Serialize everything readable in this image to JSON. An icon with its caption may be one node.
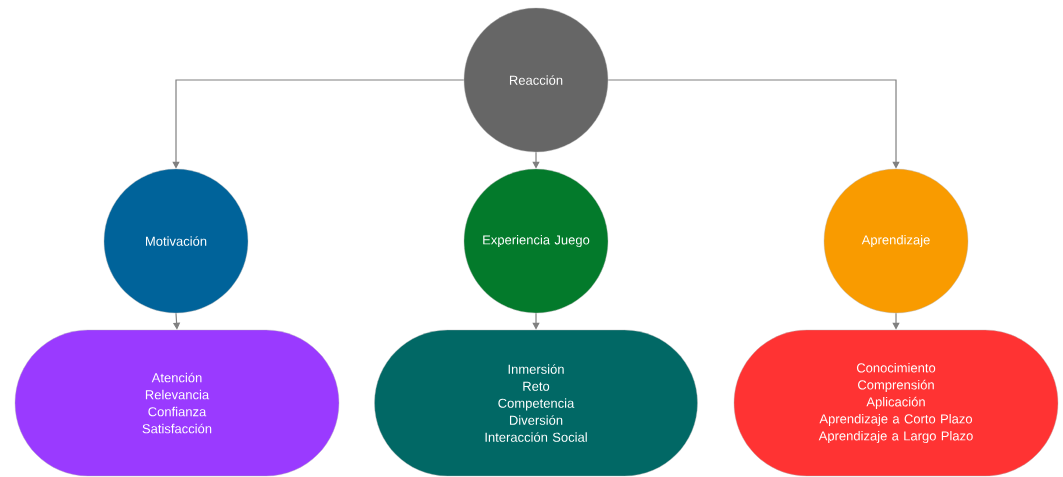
{
  "diagram": {
    "nodes": [
      {
        "text": [
          "Reacción"
        ]
      },
      {
        "text": [
          "Motivación"
        ]
      },
      {
        "text": [
          "Experiencia Juego"
        ]
      },
      {
        "text": [
          "Aprendizaje"
        ]
      },
      {
        "text": [
          "Atención",
          "Relevancia",
          "Confianza",
          "Satisfacción"
        ]
      },
      {
        "text": [
          "Inmersión",
          "Reto",
          "Competencia",
          "Diversión",
          "Interacción Social"
        ]
      },
      {
        "text": [
          "Conocimiento",
          "Comprensión",
          "Aplicación",
          "Aprendizaje a Corto Plazo",
          "Aprendizaje a Largo Plazo"
        ]
      }
    ],
    "edges": [
      {
        "from": 0,
        "to": 1,
        "arrow": "to"
      },
      {
        "from": 0,
        "to": 2,
        "arrow": "to"
      },
      {
        "from": 0,
        "to": 3,
        "arrow": "to"
      },
      {
        "from": 1,
        "to": 4,
        "arrow": "to"
      },
      {
        "from": 2,
        "to": 5,
        "arrow": "to"
      },
      {
        "from": 3,
        "to": 6,
        "arrow": "to"
      }
    ]
  }
}
